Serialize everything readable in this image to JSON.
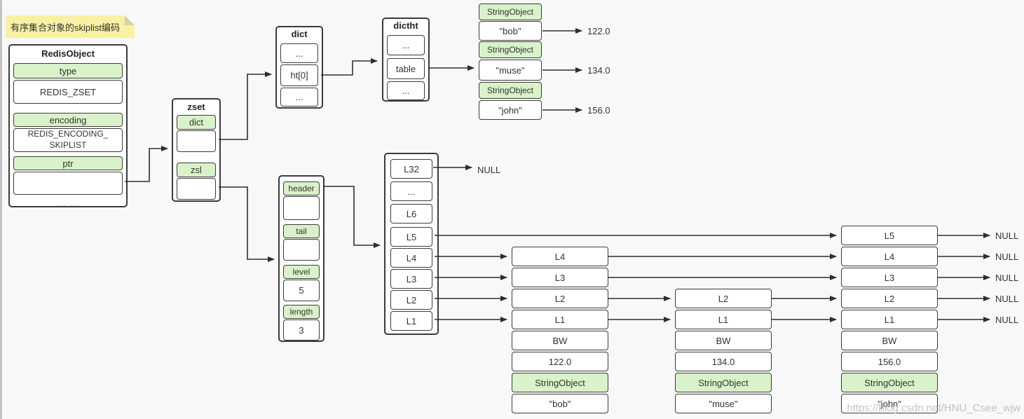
{
  "note": {
    "text": "有序集合对象的skiplist编码"
  },
  "colors": {
    "green": "#d9f2c9",
    "note_yellow": "#f8f1a3",
    "background": "#f8f8f8",
    "line": "#2e2e2e"
  },
  "redis_object": {
    "title": "RedisObject",
    "type_label": "type",
    "type_value": "REDIS_ZSET",
    "encoding_label": "encoding",
    "encoding_value": "REDIS_ENCODING_\nSKIPLIST",
    "ptr_label": "ptr",
    "ellipsis": "... ..."
  },
  "zset": {
    "title": "zset",
    "dict_label": "dict",
    "zsl_label": "zsl"
  },
  "dict": {
    "title": "dict",
    "cells": [
      "...",
      "ht[0]",
      "..."
    ]
  },
  "dictht": {
    "title": "dictht",
    "cells": [
      "...",
      "table",
      "..."
    ]
  },
  "members": [
    {
      "tag": "StringObject",
      "name": "\"bob\"",
      "score": "122.0"
    },
    {
      "tag": "StringObject",
      "name": "\"muse\"",
      "score": "134.0"
    },
    {
      "tag": "StringObject",
      "name": "\"john\"",
      "score": "156.0"
    }
  ],
  "zskiplist": {
    "header_label": "header",
    "tail_label": "tail",
    "level_label": "level",
    "level_value": "5",
    "length_label": "length",
    "length_value": "3"
  },
  "header_node": {
    "cells": [
      "L32",
      "...",
      "L6",
      "L5",
      "L4",
      "L3",
      "L2",
      "L1"
    ]
  },
  "nodes": [
    {
      "levels": [
        "L4",
        "L3",
        "L2",
        "L1"
      ],
      "bw": "BW",
      "score": "122.0",
      "tag": "StringObject",
      "name": "\"bob\""
    },
    {
      "levels": [
        "L2",
        "L1"
      ],
      "bw": "BW",
      "score": "134.0",
      "tag": "StringObject",
      "name": "\"muse\""
    },
    {
      "levels": [
        "L5",
        "L4",
        "L3",
        "L2",
        "L1"
      ],
      "bw": "BW",
      "score": "156.0",
      "tag": "StringObject",
      "name": "\"john\""
    }
  ],
  "null_label": "NULL",
  "watermark": "https://blog.csdn.net/HNU_Csee_wjw"
}
